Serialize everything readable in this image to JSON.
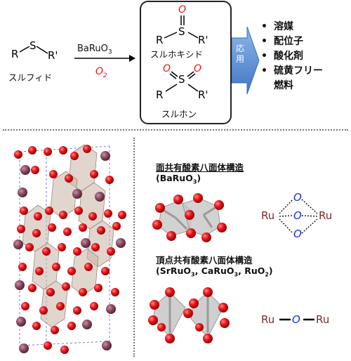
{
  "reaction": {
    "sulfide_label": "スルフィド",
    "sulfoxide_label": "スルホキシド",
    "sulfone_label": "スルホン",
    "reagent": "BaRuO",
    "reagent_sub": "3",
    "oxidant": "O",
    "oxidant_sub": "2",
    "atom_S": "S",
    "atom_O": "O",
    "atom_R": "R",
    "atom_R_prime": "R'"
  },
  "application": {
    "arrow_label": "応用",
    "items": [
      "溶媒",
      "配位子",
      "酸化剤",
      "硫黄フリー",
      "燃料"
    ]
  },
  "structures": {
    "face_sharing": {
      "title": "面共有酸素八面体構造",
      "compound": "BaRuO",
      "compound_sub": "3"
    },
    "corner_sharing": {
      "title": "頂点共有酸素八面体構造",
      "compounds": [
        {
          "formula": "SrRuO",
          "sub": "3"
        },
        {
          "formula": "CaRuO",
          "sub": "3"
        },
        {
          "formula": "RuO",
          "sub": "2"
        }
      ]
    },
    "schematic": {
      "ru": "Ru",
      "o": "O"
    }
  },
  "colors": {
    "oxygen_red": "#e8171c",
    "ruthenium": "#7a2a2a",
    "oxygen_italic_blue": "#1a2ad8",
    "arrow_blue": "#5b8fd0"
  }
}
